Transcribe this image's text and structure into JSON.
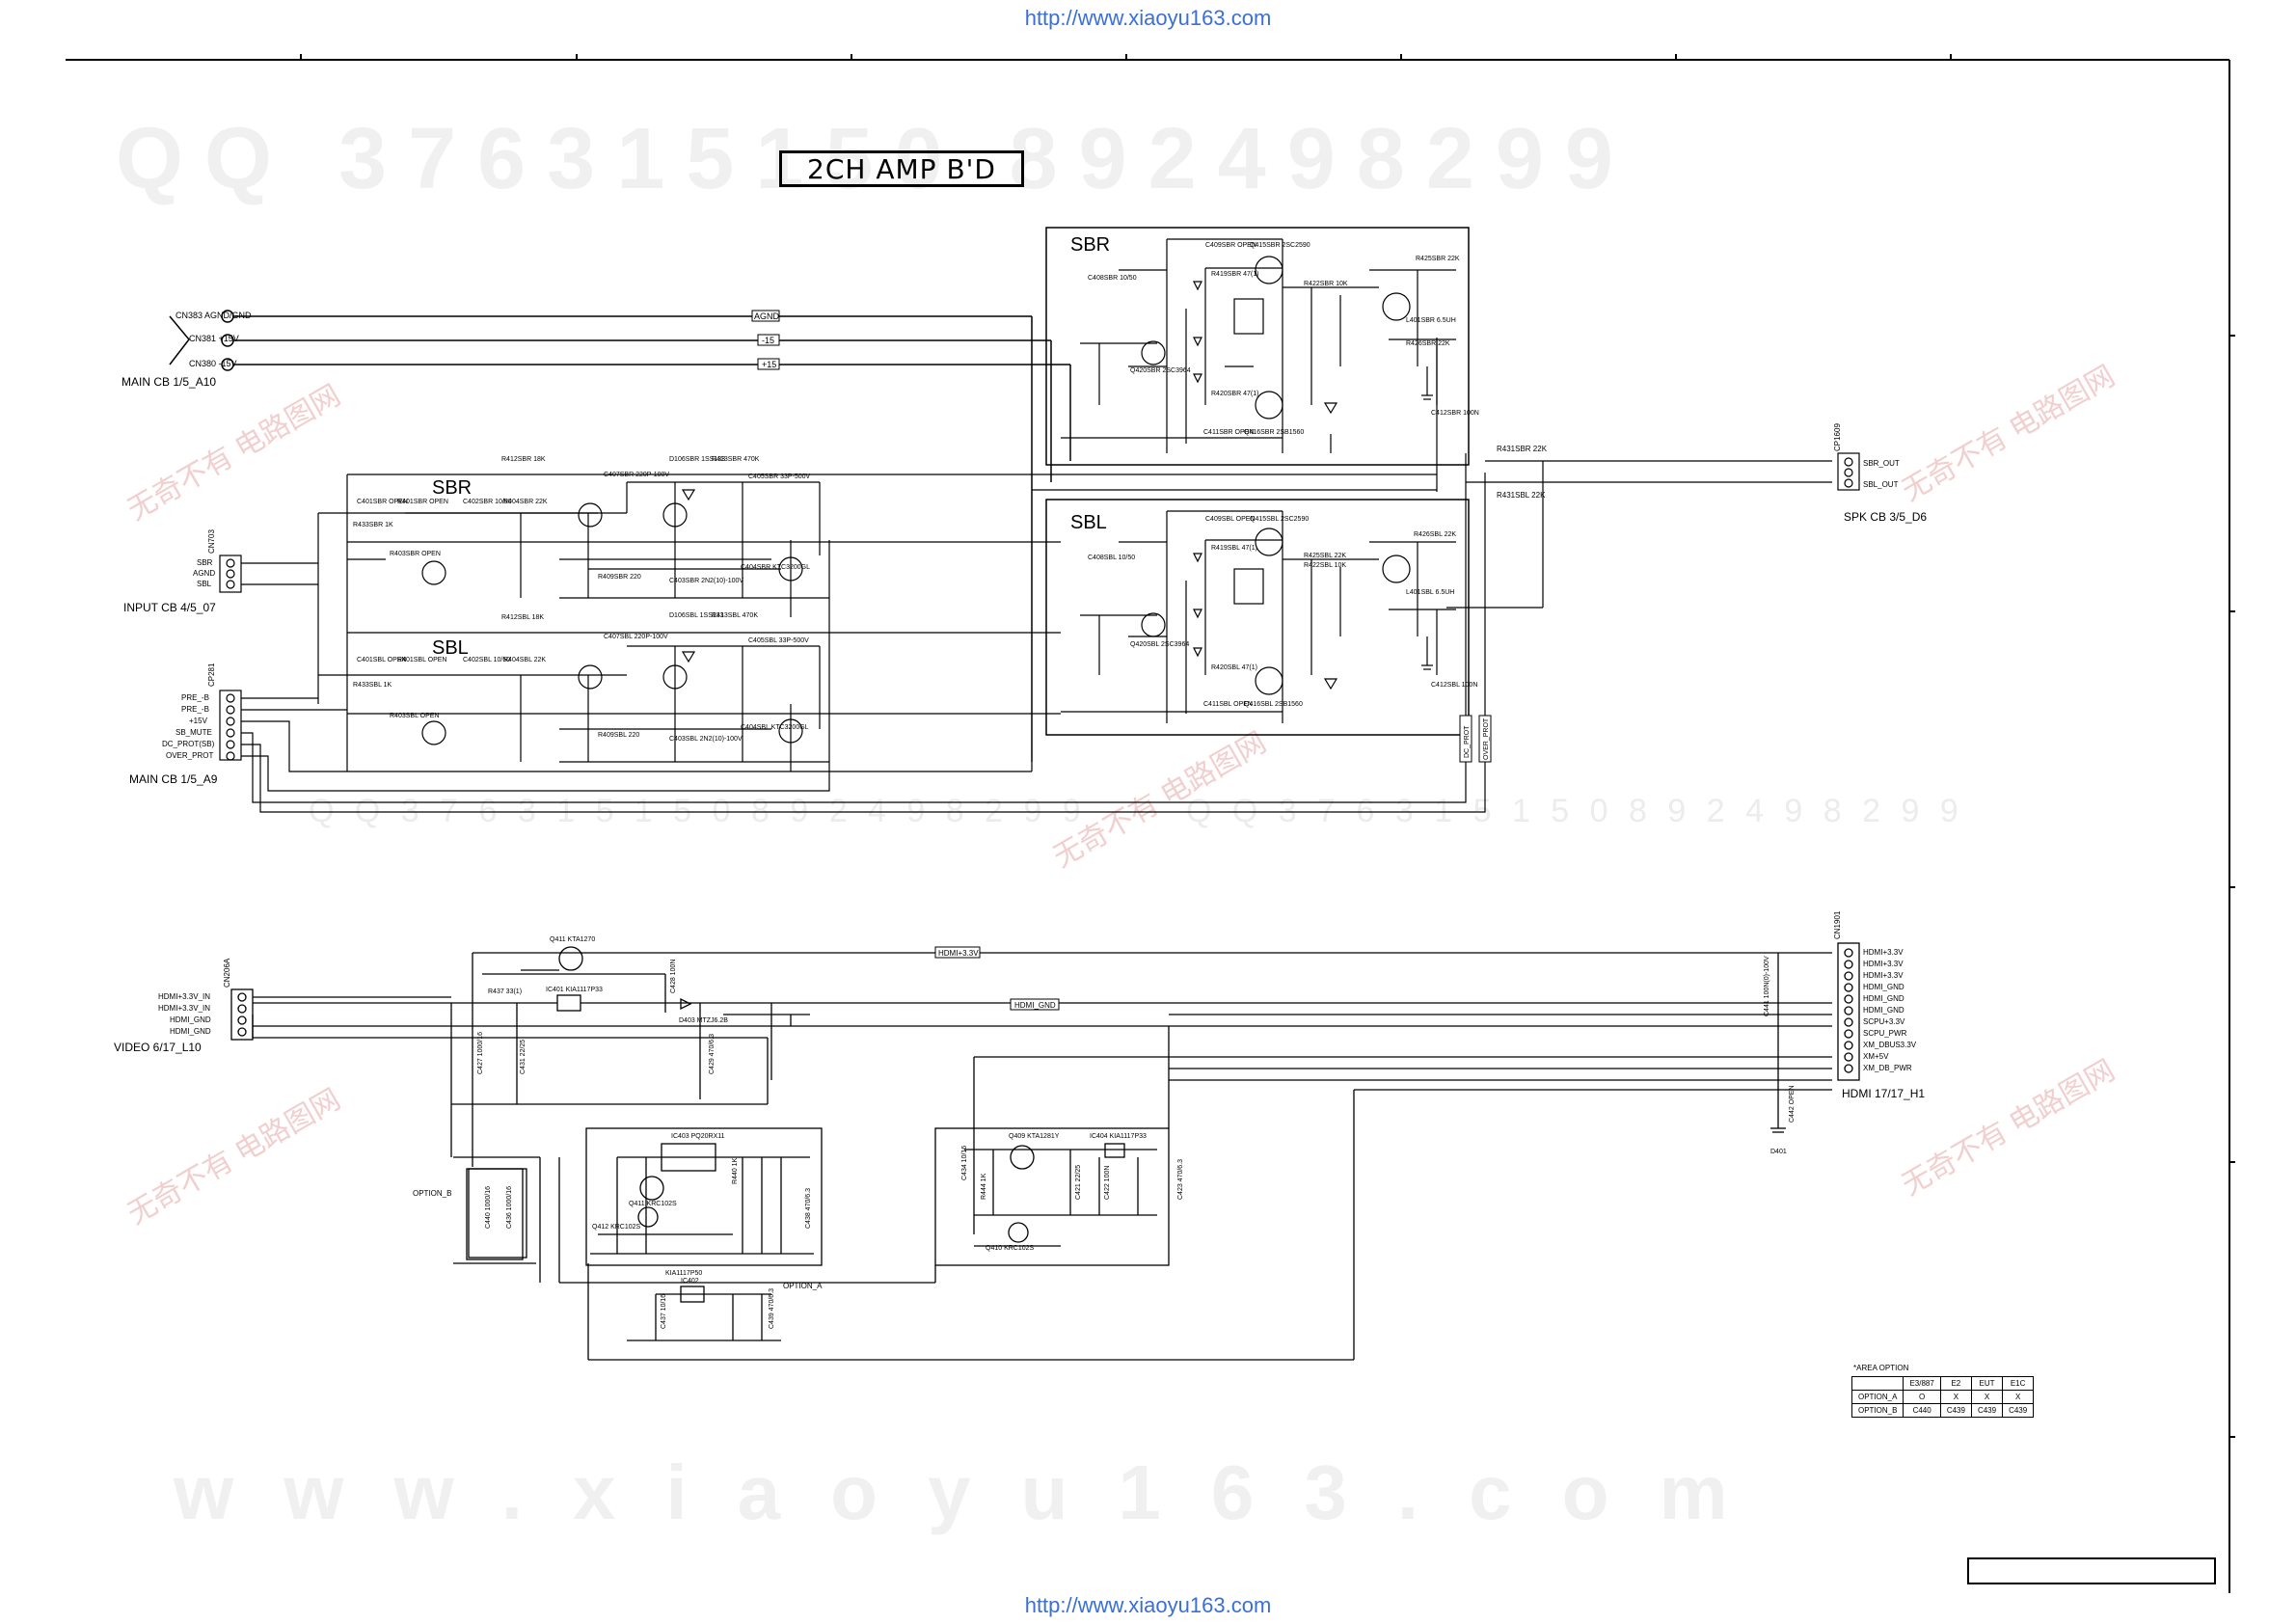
{
  "watermarks": {
    "url": "http://www.xiaoyu163.com",
    "qq": "QQ 376315150   892498299",
    "qq_small": "Q Q 3 7 6 3 1 5 1 5 0   8 9 2 4 9 8 2 9 9",
    "site": "www.xiaoyu163.com",
    "cn": "无奇不有 电路图网"
  },
  "title": "2CH AMP B'D",
  "blocks": {
    "sbr_upper": "SBR",
    "sbl_upper": "SBL",
    "sbr_lower": "SBR",
    "sbl_lower": "SBL"
  },
  "connectors": {
    "main_cb_a10": {
      "label": "MAIN CB 1/5_A10",
      "pins": [
        "CN383 AGND/GND",
        "CN381 +15V",
        "CN380 -15V"
      ],
      "nets": [
        "AGND",
        "-15",
        "+15"
      ]
    },
    "input_cb": {
      "label": "INPUT CB 4/5_07",
      "ref": "CN703",
      "pins": [
        "SBR",
        "AGND",
        "SBL"
      ]
    },
    "main_cb_a9": {
      "label": "MAIN CB 1/5_A9",
      "ref": "CP281",
      "pins": [
        "PRE_-B",
        "PRE_-B",
        "+15V",
        "SB_MUTE",
        "DC_PROT(SB)",
        "OVER_PROT"
      ]
    },
    "spk_cb": {
      "label": "SPK CB 3/5_D6",
      "ref": "CP1609",
      "pins": [
        "SBR_OUT",
        "SBL_OUT"
      ],
      "resistors": [
        "R431SBR 22K",
        "R431SBL 22K"
      ]
    },
    "video": {
      "label": "VIDEO 6/17_L10",
      "ref": "CN206A",
      "pins": [
        "HDMI+3.3V_IN",
        "HDMI+3.3V_IN",
        "HDMI_GND",
        "HDMI_GND"
      ]
    },
    "hdmi": {
      "label": "HDMI 17/17_H1",
      "ref": "CN1901",
      "pins": [
        "HDMI+3.3V",
        "HDMI+3.3V",
        "HDMI+3.3V",
        "HDMI_GND",
        "HDMI_GND",
        "HDMI_GND",
        "SCPU+3.3V",
        "SCPU_PWR",
        "XM_DBUS3.3V",
        "XM+5V",
        "XM_DB_PWR"
      ]
    }
  },
  "nets": {
    "hdmi33": "HDMI+3.3V",
    "hdmi_gnd": "HDMI_GND",
    "dc_prot": "DC_PROT",
    "over_prot": "OVER_PROT",
    "option_a": "OPTION_A",
    "option_b": "OPTION_B"
  },
  "parts": {
    "sbr_pre": [
      "R412SBR 18K",
      "C401SBR OPEN",
      "R401SBR OPEN",
      "C402SBR 10/50",
      "R404SBR 22K",
      "R433SBR 1K",
      "R403SBR OPEN",
      "C407SBR 220P-100V",
      "D106SBR 1SS133",
      "R413SBR 470K",
      "C405SBR 33P-500V",
      "C403SBR 2N2(10)-100V",
      "R409SBR 220",
      "C404SBR KTC3200GL"
    ],
    "sbl_pre": [
      "R412SBL 18K",
      "C401SBL OPEN",
      "R401SBL OPEN",
      "C402SBL 10/50",
      "R404SBL 22K",
      "R433SBL 1K",
      "R403SBL OPEN",
      "C407SBL 220P-100V",
      "D106SBL 1SS133",
      "R413SBL 470K",
      "C405SBL 33P-500V",
      "C403SBL 2N2(10)-100V",
      "R409SBL 220",
      "C404SBL KTC3200GL"
    ],
    "sbr_out": [
      "C409SBR OPEN",
      "Q415SBR 2SC2590",
      "C408SBR 10/50",
      "R419SBR 47(1)",
      "Q420SBR 2SC3964",
      "R425SBR 22K",
      "R422SBR 10K",
      "L401SBR 6.5UH",
      "R426SBR 22K",
      "C411SBR OPEN",
      "Q416SBR 2SB1560",
      "R420SBR 47(1)",
      "C412SBR 100N"
    ],
    "sbl_out": [
      "C409SBL OPEN",
      "Q415SBL 2SC2590",
      "C408SBL 10/50",
      "R419SBL 47(1)",
      "Q420SBL 2SC3964",
      "R425SBL 22K",
      "R422SBL 10K",
      "L401SBL 6.5UH",
      "R426SBL 22K",
      "C411SBL OPEN",
      "Q416SBL 2SB1560",
      "R420SBL 47(1)",
      "C412SBL 100N"
    ],
    "power": [
      "Q411 KTA1270",
      "R437 33(1)",
      "IC401 KIA1117P33",
      "D403 MTZJ6.2B",
      "C427 1000/16",
      "C431 22/25",
      "C428 100N",
      "C429 470/6.3",
      "IC403 PQ20RX11",
      "Q411 KRC102S",
      "Q412 KRC102S",
      "R440 1K",
      "C438 470/6.3",
      "KIA1117P50",
      "IC402",
      "C437 10/16",
      "C439 470/6.3",
      "Q409 KTA1281Y",
      "R444 1K",
      "C434 10/16",
      "IC404 KIA1117P33",
      "C421 22/25",
      "C422 100N",
      "C423 470/6.3",
      "Q410 KRC102S",
      "C440 1000/16",
      "C436 1000/16",
      "C441 100N(0)-100V",
      "C442 OPEN",
      "D401"
    ]
  },
  "area_option": {
    "title": "*AREA OPTION",
    "header": [
      "",
      "E3/887",
      "E2",
      "EUT",
      "E1C"
    ],
    "rows": [
      [
        "OPTION_A",
        "O",
        "X",
        "X",
        "X"
      ],
      [
        "OPTION_B",
        "C440",
        "C439",
        "C439",
        "C439"
      ]
    ]
  }
}
